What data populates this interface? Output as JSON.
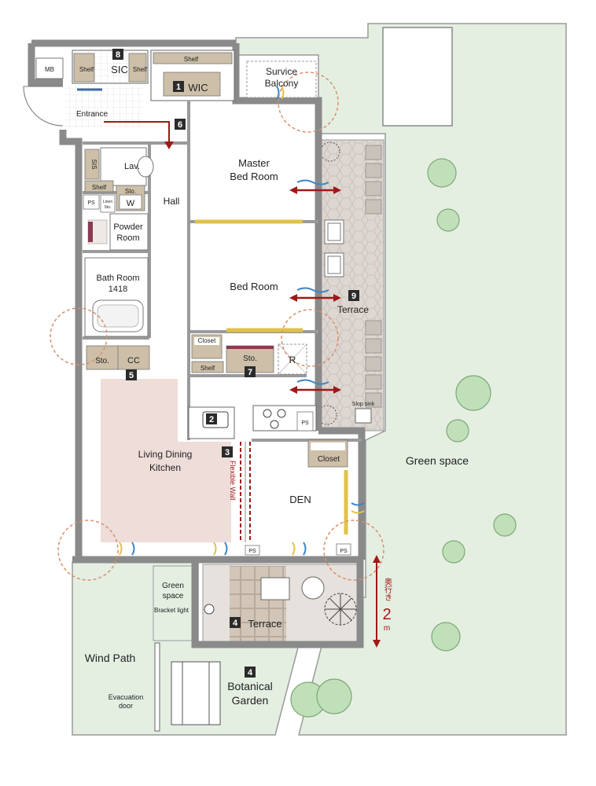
{
  "rooms": {
    "mb": "MB",
    "sic": "SIC",
    "shelf": "Shelf",
    "wic": "WIC",
    "service_balcony_1": "Survice",
    "service_balcony_2": "Balcony",
    "entrance": "Entrance",
    "master_bed_1": "Master",
    "master_bed_2": "Bed Room",
    "lav": "Lav.",
    "sis": "SIS",
    "hall": "Hall",
    "ps": "PS",
    "linen_1": "Linen",
    "linen_2": "Sto.",
    "sto": "Sto.",
    "w": "W",
    "powder_1": "Powder",
    "powder_2": "Room",
    "bed_room": "Bed Room",
    "bath_1": "Bath Room",
    "bath_2": "1418",
    "closet": "Closet",
    "cc": "CC",
    "r": "R",
    "terrace": "Terrace",
    "slop_sink": "Slop sink",
    "ldk_1": "Living Dining",
    "ldk_2": "Kitchen",
    "flexible_wall": "Flexible Wall",
    "den": "DEN",
    "green_space": "Green space",
    "green_space_small_1": "Green",
    "green_space_small_2": "space",
    "bracket_light": "Bracket light",
    "wind_path": "Wind Path",
    "botanical_1": "Botanical",
    "botanical_2": "Garden",
    "evac_1": "Evacuation",
    "evac_2": "door",
    "depth_jp": "奥行き",
    "depth_num": "2",
    "depth_unit": "m"
  },
  "markers": [
    "1",
    "2",
    "3",
    "4",
    "5",
    "6",
    "7",
    "8",
    "9"
  ],
  "colors": {
    "wall": "#8a8a8a",
    "wall_dark": "#6e6e6e",
    "floor": "#ffffff",
    "green": "#e4efe2",
    "green_dark": "#cfe3cb",
    "tree": "#bfe0b8",
    "tree_stroke": "#7fa877",
    "terrace": "#d9d2cc",
    "pink": "#eeddd9",
    "storage": "#cdbfa8",
    "accent_red": "#a01818",
    "accent_blue": "#3e86c8",
    "accent_yellow": "#e0c24a",
    "marker": "#2b2b2b"
  }
}
